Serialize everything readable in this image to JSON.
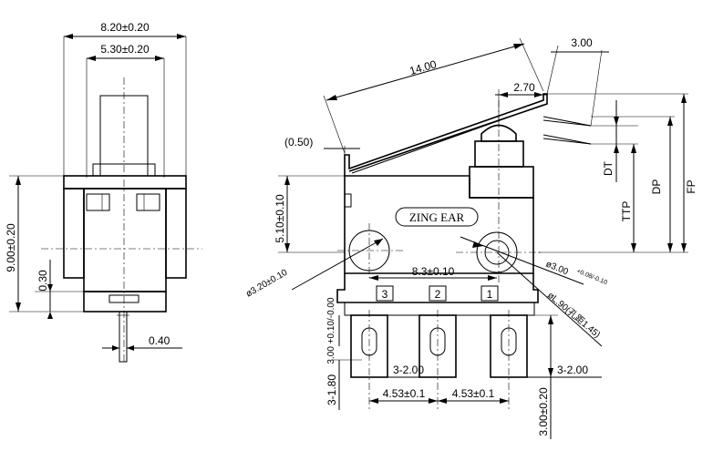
{
  "side_view": {
    "width_outer": "8.20±0.20",
    "width_inner": "5.30±0.20",
    "height": "9.00±0.20",
    "offset": "0.30",
    "pin_thickness": "0.40"
  },
  "front_view": {
    "brand": "ZING EAR",
    "lever_length": "14.00",
    "lever_tip": "3.00",
    "plunger_offset": "2.70",
    "lever_gap": "(0.50)",
    "mount_height": "5.10±0.10",
    "hole_left": "ø3.20±0.10",
    "hole_spacing": "8.3±0.10",
    "hole_right_main": "ø3.00",
    "hole_right_tol": "+0.08/-0.10",
    "pin1_label": "1",
    "pin2_label": "2",
    "pin3_label": "3",
    "pin_width_tol": "3.00 +0.10/-0.00",
    "pin_hole": "øL.90(孔距1.45)",
    "pin_spacing_a": "4.53±0.1",
    "pin_spacing_b": "4.53±0.1",
    "pin_hole_w_left": "3-2.00",
    "pin_hole_w_right": "3-2.00",
    "pin_hole_h": "3-1.80",
    "pin_length": "3.00±0.20",
    "label_dt": "DT",
    "label_ttp": "TTP",
    "label_dp": "DP",
    "label_fp": "FP"
  }
}
